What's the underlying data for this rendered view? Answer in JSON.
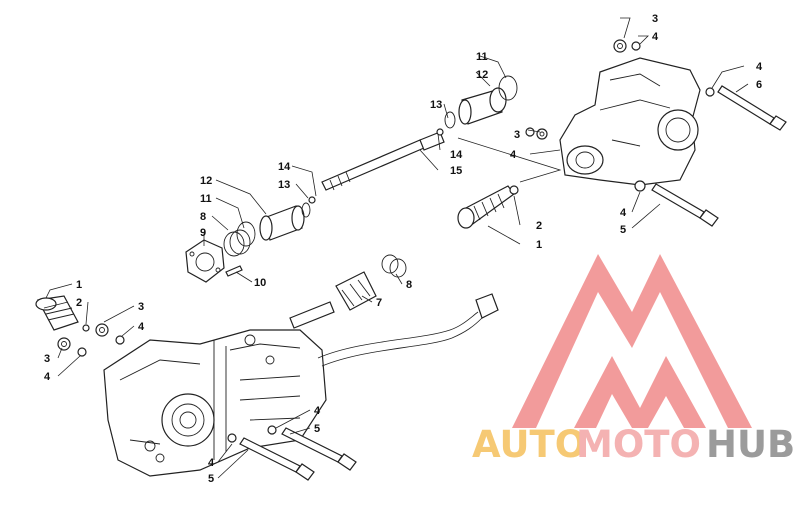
{
  "callouts": {
    "top_right": [
      "3",
      "4",
      "4",
      "6",
      "3",
      "4",
      "2",
      "1",
      "4",
      "5"
    ],
    "top_middle": [
      "11",
      "12",
      "13",
      "14",
      "15",
      "14",
      "13",
      "12",
      "11",
      "8",
      "9",
      "10"
    ],
    "bottom_left": [
      "1",
      "2",
      "3",
      "4",
      "3",
      "4",
      "7",
      "8",
      "4",
      "5",
      "4",
      "5"
    ]
  },
  "watermark": {
    "word_1": "AUTO",
    "word_2": "MOTO",
    "word_3": "HUB",
    "color_1": "#f5c05c",
    "color_2": "#f3a5a5",
    "color_3": "#8a8a8a",
    "logo_color": "#f08a8a"
  }
}
